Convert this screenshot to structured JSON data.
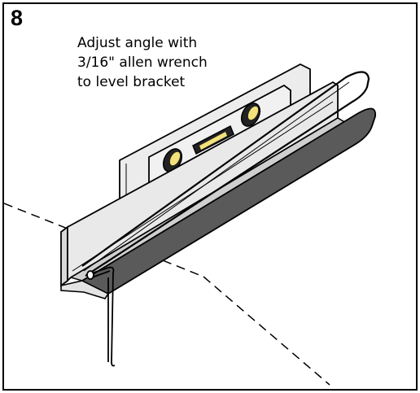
{
  "step": {
    "number": "8"
  },
  "instruction": {
    "lines": [
      "Adjust angle with",
      "3/16\" allen wrench",
      "to level bracket"
    ]
  },
  "colors": {
    "border": "#000000",
    "bracket_metal": "#e6e6e6",
    "trough_dark": "#555555",
    "level_body": "#efefef",
    "bubble_vial": "#f3e27a"
  },
  "icons": [
    "level-tool-icon",
    "allen-wrench-icon",
    "bracket-icon"
  ]
}
